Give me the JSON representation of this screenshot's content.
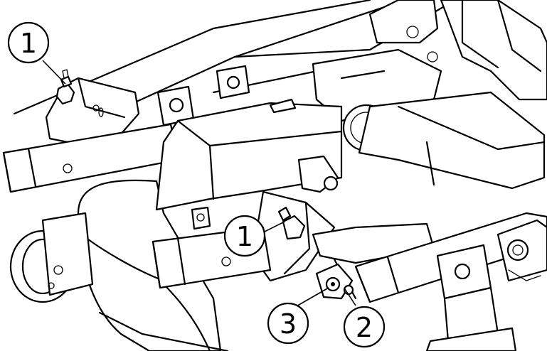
{
  "diagram": {
    "style": "black line art on white background",
    "subject_icon": "mower-deck-assembly-drawing"
  },
  "callouts": [
    {
      "label": "1"
    },
    {
      "label": "1"
    },
    {
      "label": "2"
    },
    {
      "label": "3"
    }
  ]
}
